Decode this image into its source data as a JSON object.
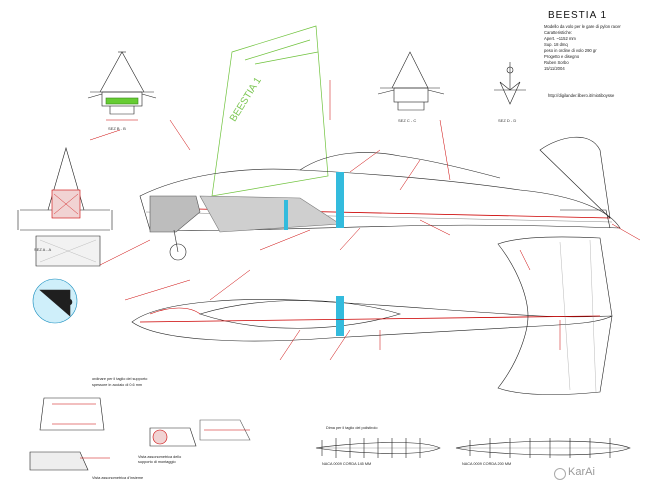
{
  "title": "BEESTIA 1",
  "info_lines": [
    "Modello da volo per le gare di pylon racer",
    "Caratteristiche:",
    "Apert. ~1152 mm",
    "Sup. 18 dmq",
    "peso in ordine di volo 290 gr",
    "Progetto e disegno",
    "Ruben Sorbo",
    "15/11/2004"
  ],
  "url": "http://digilander.libero.it/miotiboysse",
  "wing_label": "BEESTIA 1",
  "sections": {
    "aa": "SEZ A - A",
    "bb": "SEZ B - B",
    "cc": "SEZ C - C",
    "dd": "SEZ D - D"
  },
  "notes": {
    "support": "ordinare per il taglio del supporto",
    "thickness": "spessore in acciaio di 0.6 mm",
    "profile_note": "Dima per il taglio del polistirolo",
    "rib_a": "NACA 0009 CORDA 145 MM",
    "rib_b": "NACA 0009 CORDA 200 MM",
    "assembly": "Vista assonometrica dello",
    "assembly2": "supporto di montaggio",
    "front": "Vista assonometrica d'insieme"
  },
  "watermark": "KarAi",
  "colors": {
    "line": "#222222",
    "red": "#cc0000",
    "green": "#66cc33",
    "cyan": "#33bbdd",
    "fill_gray": "#bdbdbd"
  }
}
